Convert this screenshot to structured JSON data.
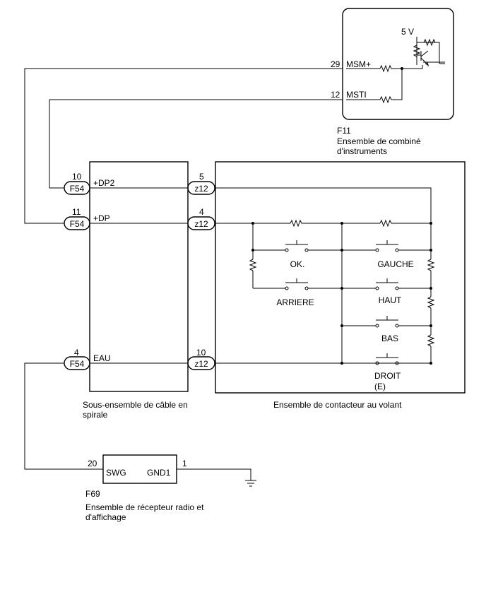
{
  "combination_meter": {
    "connector": "F11",
    "name_line1": "Ensemble de combiné",
    "name_line2": "d'instruments",
    "supply": "5 V",
    "pins": [
      {
        "pin": "29",
        "signal": "MSM+"
      },
      {
        "pin": "12",
        "signal": "MSTI"
      }
    ]
  },
  "spiral_cable": {
    "name_line1": "Sous-ensemble de câble en",
    "name_line2": "spirale",
    "left_pins": [
      {
        "pin": "10",
        "connector": "F54",
        "signal": "+DP2"
      },
      {
        "pin": "11",
        "connector": "F54",
        "signal": "+DP"
      },
      {
        "pin": "4",
        "connector": "F54",
        "signal": "EAU"
      }
    ],
    "right_pins": [
      {
        "pin": "5",
        "connector": "z12"
      },
      {
        "pin": "4",
        "connector": "z12"
      },
      {
        "pin": "10",
        "connector": "z12"
      }
    ]
  },
  "steering_switch": {
    "name": "Ensemble de contacteur au volant",
    "switches": [
      "OK.",
      "ARRIERE",
      "GAUCHE",
      "HAUT",
      "BAS",
      "DROIT"
    ],
    "ground_label": "(E)"
  },
  "radio_receiver": {
    "connector": "F69",
    "name_line1": "Ensemble de récepteur radio et",
    "name_line2": "d'affichage",
    "pins": [
      {
        "pin": "20",
        "signal": "SWG"
      },
      {
        "pin": "1",
        "signal": "GND1"
      }
    ]
  }
}
